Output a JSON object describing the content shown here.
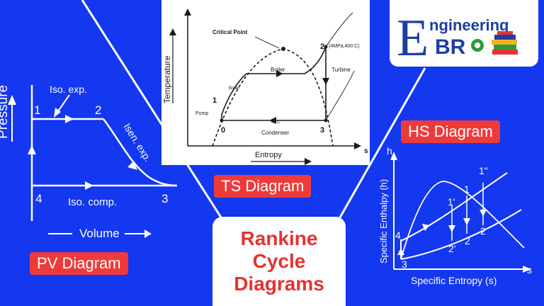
{
  "pv": {
    "caption": "PV Diagram",
    "axis_y": "Pressure",
    "axis_x": "Volume",
    "points": {
      "p1": "1",
      "p2": "2",
      "p3": "3",
      "p4": "4"
    },
    "annotations": {
      "iso_exp": "Iso. exp.",
      "isen_exp": "Isen. exp.",
      "iso_comp": "Iso. comp."
    }
  },
  "ts": {
    "caption": "TS Diagram",
    "axis_y": "Temperature",
    "axis_x": "Entropy",
    "axis_s": "s",
    "critical_point": "Critical Point",
    "boiler": "Boiler",
    "boiler_small": "Boiler",
    "turbine": "Turbine",
    "pump": "Pump",
    "condenser": "Condenser",
    "cond_temp": "40 C",
    "state2": "(4MPa,400 C)",
    "points": {
      "p0": "0",
      "p1": "1",
      "p2": "2",
      "p3": "3"
    }
  },
  "hs": {
    "caption": "HS Diagram",
    "axis_h": "h",
    "axis_s": "s",
    "ylabel": "Specific Enthalpy (h)",
    "xlabel": "Specific Entropy (s)",
    "points": {
      "p1": "1",
      "p1p": "1'",
      "p1pp": "1\"",
      "p2": "2",
      "p2p": "2'",
      "p2b": "2",
      "p3": "3",
      "p4": "4"
    }
  },
  "title": {
    "line1": "Rankine",
    "line2": "Cycle",
    "line3": "Diagrams"
  },
  "logo": {
    "e_letter": "E",
    "word_top": "ngineering",
    "word_bottom": "BR",
    "icon": "books-gear-icon"
  },
  "colors": {
    "background": "#1437f0",
    "caption_red": "#ef3a3a",
    "title_red": "#e53232",
    "logo_blue": "#1f3fa0",
    "logo_green": "#2f9a3a"
  }
}
